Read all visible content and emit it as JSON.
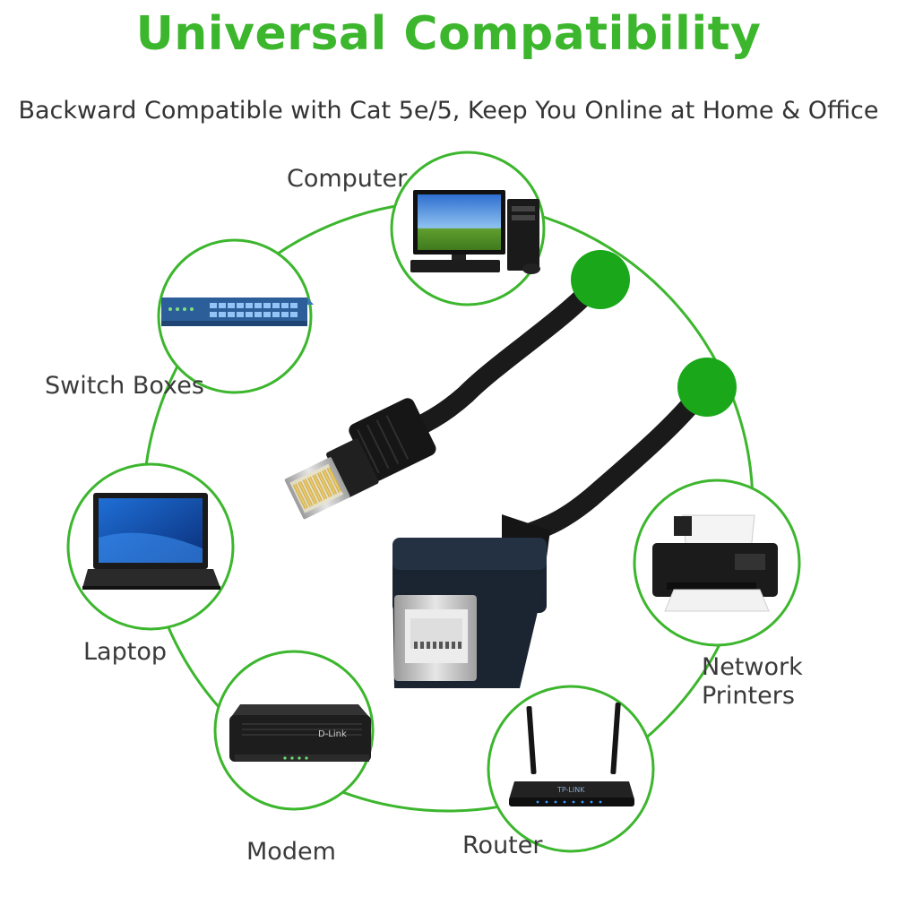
{
  "title": "Universal Compatibility",
  "subtitle": "Backward Compatible with Cat 5e/5, Keep You Online at Home & Office",
  "devices": {
    "computer": "Computer",
    "switch": "Switch Boxes",
    "laptop": "Laptop",
    "modem": "Modem",
    "router": "Router",
    "printer_line1": "Network",
    "printer_line2": "Printers"
  },
  "brand_text": {
    "modem_logo": "D-Link",
    "router_logo": "TP-LINK"
  },
  "colors": {
    "accent_green": "#3cb62d",
    "dot_green": "#1aa81a",
    "cable_black": "#1a1a1a"
  },
  "icons": [
    "computer-icon",
    "switch-box-icon",
    "laptop-icon",
    "modem-icon",
    "router-icon",
    "printer-icon",
    "rj45-plug-icon",
    "rj45-jack-icon"
  ]
}
